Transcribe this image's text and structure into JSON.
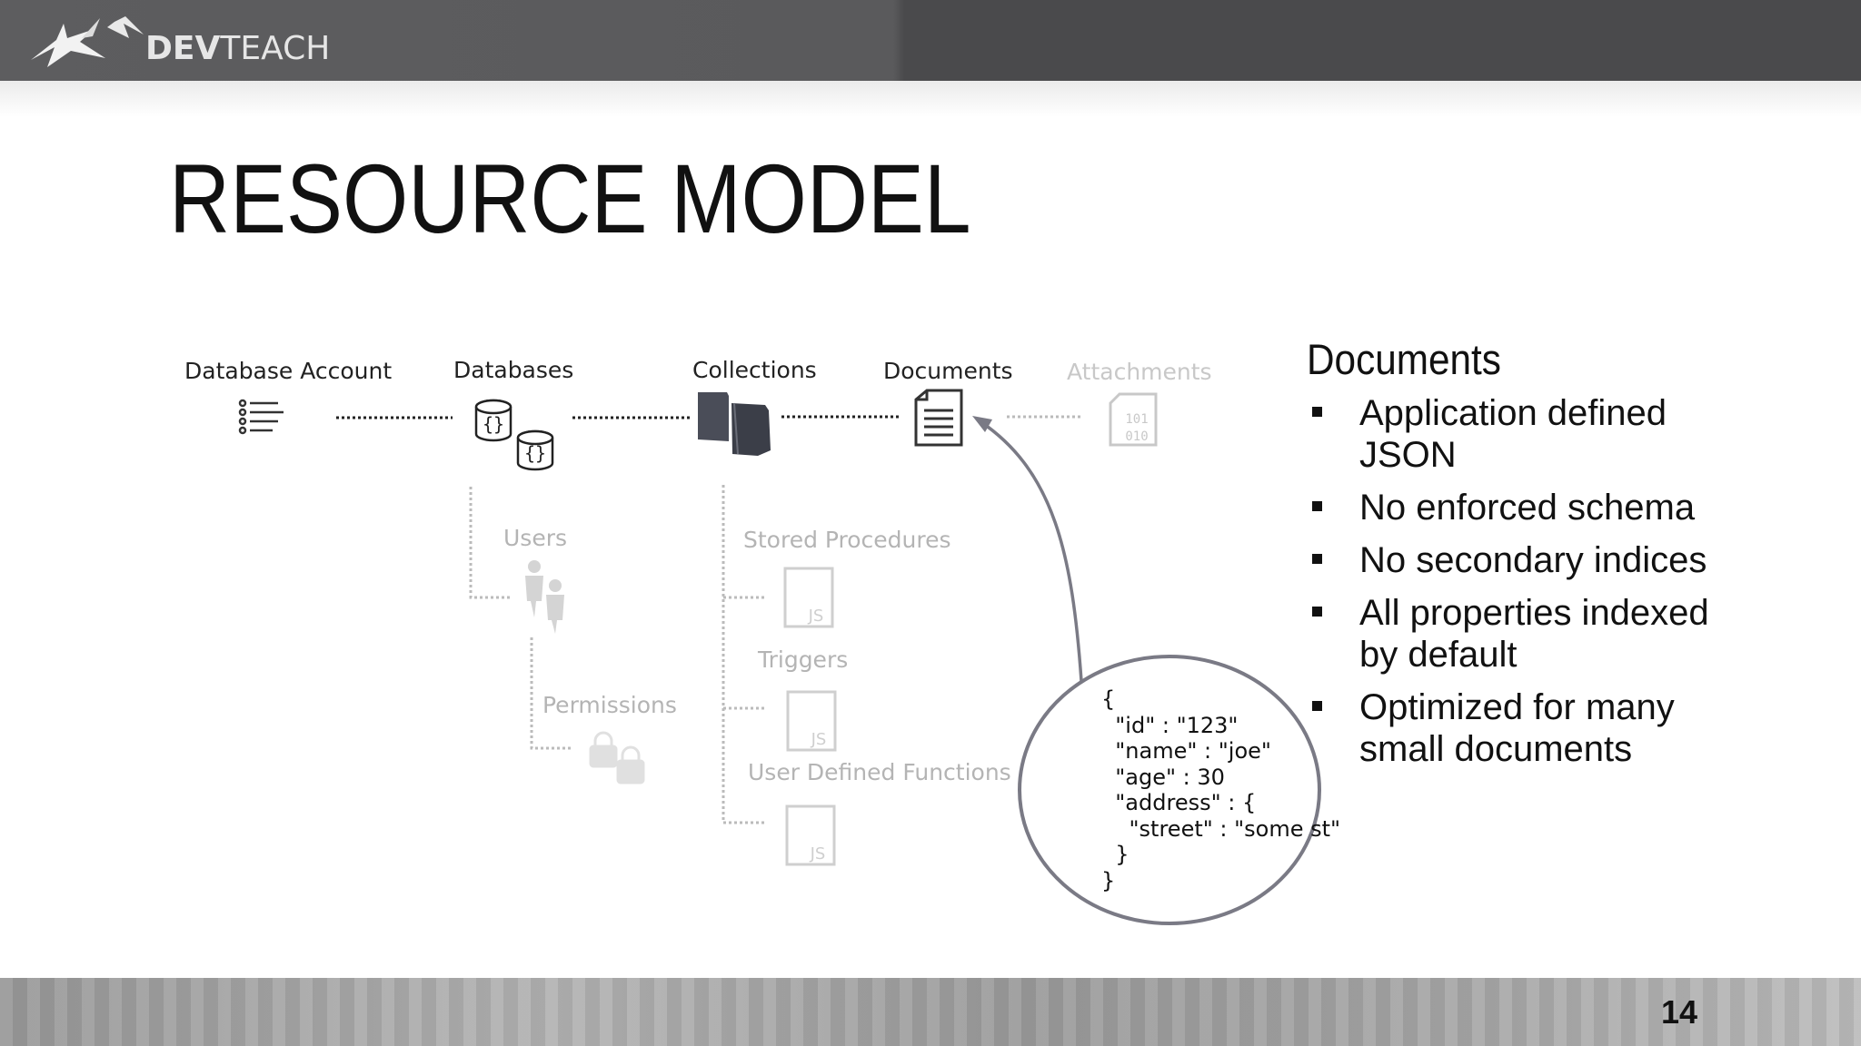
{
  "header": {
    "logo_text_bold": "DEV",
    "logo_text": "TEACH"
  },
  "slide": {
    "title": "RESOURCE MODEL",
    "page_number": "14"
  },
  "diagram": {
    "labels": {
      "database_account": "Database Account",
      "databases": "Databases",
      "collections": "Collections",
      "documents": "Documents",
      "attachments": "Attachments",
      "users": "Users",
      "permissions": "Permissions",
      "stored_procedures": "Stored Procedures",
      "triggers": "Triggers",
      "user_defined_functions": "User Defined Functions",
      "js_badge": "JS",
      "attachment_bits_1": "101",
      "attachment_bits_2": "010"
    },
    "json_sample": "{\n  \"id\" : \"123\"\n  \"name\" : \"joe\"\n  \"age\" : 30\n  \"address\" : {\n    \"street\" : \"some st\"\n  }\n}"
  },
  "panel": {
    "title": "Documents",
    "bullets": [
      "Application defined JSON",
      "No enforced schema",
      "No secondary indices",
      "All properties indexed by default",
      "Optimized for many small documents"
    ]
  },
  "colors": {
    "banner": "#5a5a5c",
    "text": "#111111",
    "faded": "#b4b4b4",
    "connector": "#888888",
    "arrow": "#7a7a85"
  }
}
